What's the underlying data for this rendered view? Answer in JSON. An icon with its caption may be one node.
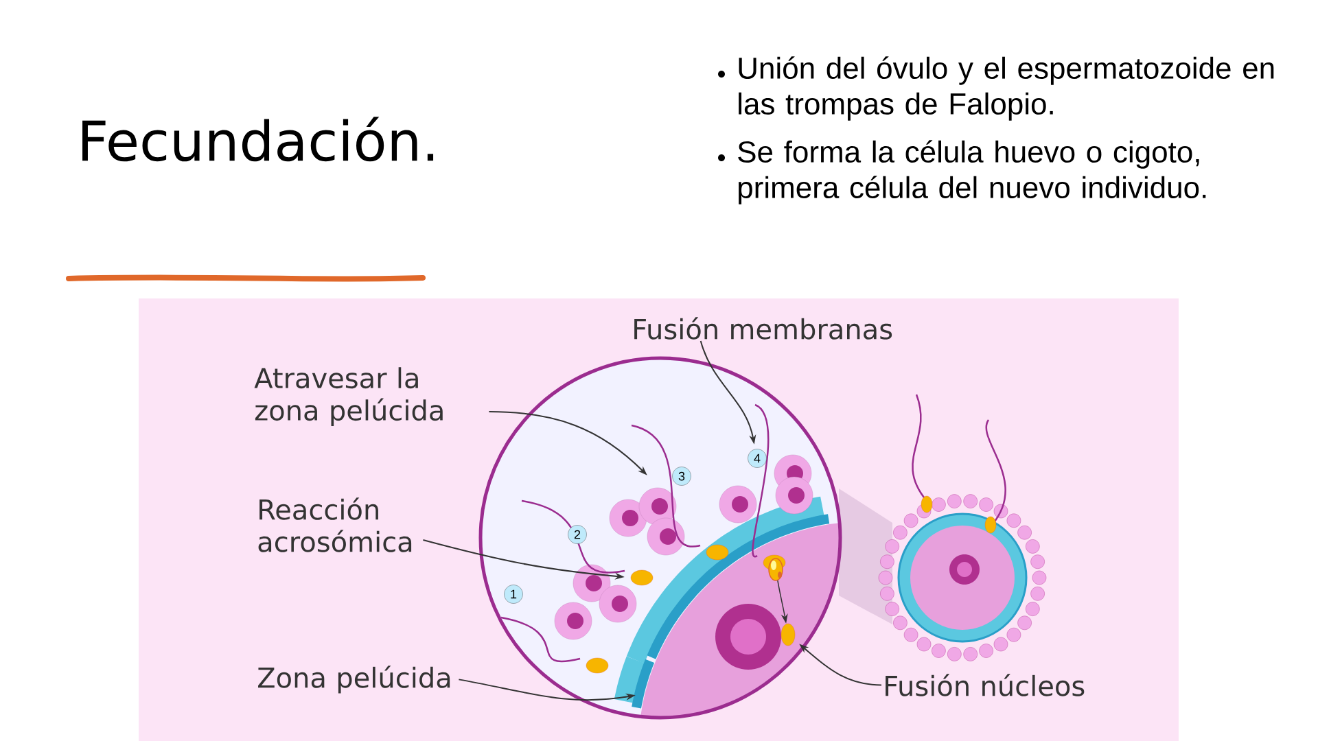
{
  "diagram": {
    "title": "Fecundación.",
    "nodes": [
      {
        "text": [
          "Fusión membranas"
        ]
      },
      {
        "text": [
          "Atravesar la zona pelúcida"
        ]
      },
      {
        "text": [
          "Reacción acrosómica"
        ]
      },
      {
        "text": [
          "Zona pelúcida"
        ]
      },
      {
        "text": [
          "Fusión núcleos"
        ]
      },
      {
        "text": [],
        "shape": "picture"
      },
      {
        "text": [],
        "shape": "picture"
      },
      {
        "text": [],
        "shape": "picture"
      },
      {
        "text": [],
        "shape": "picture"
      },
      {
        "text": [],
        "shape": "picture"
      },
      {
        "text": [],
        "shape": "picture"
      }
    ],
    "edges": [
      {
        "from": 0,
        "to": 8,
        "arrow": "to"
      },
      {
        "from": 1,
        "to": 7,
        "arrow": "to"
      },
      {
        "from": 2,
        "to": 5,
        "arrow": "to"
      },
      {
        "from": 3,
        "to": 6,
        "arrow": "to"
      },
      {
        "from": 4,
        "to": 10,
        "arrow": "to"
      },
      {
        "from": 9,
        "to": 10,
        "arrow": "to"
      }
    ],
    "labels": [
      "Unión del óvulo y el espermatozoide en las trompas de Falopio.",
      "Se forma la célula huevo o cigoto, primera célula del nuevo individuo.",
      "1",
      "2",
      "3",
      "4"
    ]
  }
}
